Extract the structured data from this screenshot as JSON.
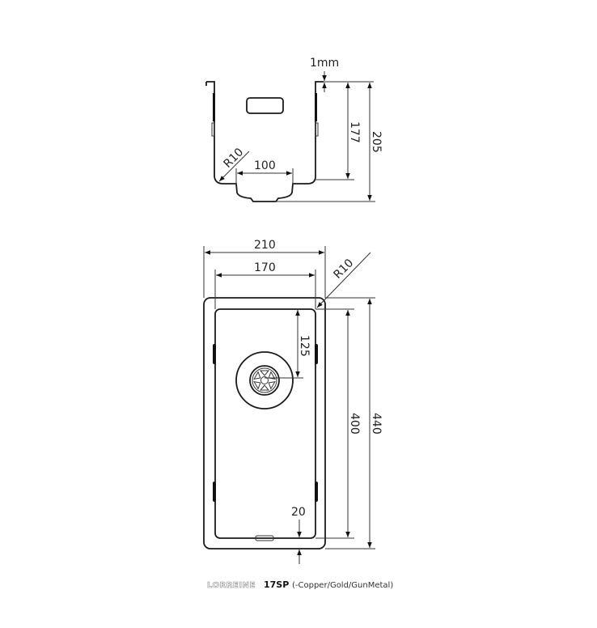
{
  "top_view": {
    "thickness_label": "1mm",
    "depth_label": "177",
    "total_height_label": "205",
    "drain_width_label": "100",
    "radius_label": "R10"
  },
  "plan_view": {
    "outer_width_label": "210",
    "inner_width_label": "170",
    "radius_label": "R10",
    "drain_offset_label": "125",
    "inner_length_label": "400",
    "outer_length_label": "440",
    "edge_label": "20"
  },
  "caption": {
    "brand": "LORREINE",
    "model": "17SP",
    "variants": "(-Copper/Gold/GunMetal)"
  }
}
